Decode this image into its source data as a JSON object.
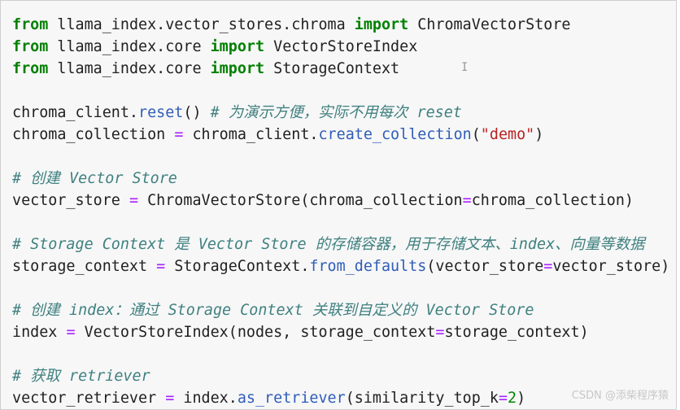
{
  "code": {
    "l1": {
      "kw1": "from",
      "mod": " llama_index.vector_stores.chroma ",
      "kw2": "import",
      "name": " ChromaVectorStore"
    },
    "l2": {
      "kw1": "from",
      "mod": " llama_index.core ",
      "kw2": "import",
      "name": " VectorStoreIndex"
    },
    "l3": {
      "kw1": "from",
      "mod": " llama_index.core ",
      "kw2": "import",
      "name": " StorageContext"
    },
    "l5": {
      "obj": "chroma_client.",
      "method": "reset",
      "rest": "() ",
      "comment": "# 为演示方便，实际不用每次 reset"
    },
    "l6": {
      "var": "chroma_collection ",
      "op": "=",
      "obj": " chroma_client.",
      "method": "create_collection",
      "open": "(",
      "str": "\"demo\"",
      "close": ")"
    },
    "l8": {
      "comment": "# 创建 Vector Store"
    },
    "l9": {
      "var": "vector_store ",
      "op1": "=",
      "call": " ChromaVectorStore(chroma_collection",
      "op2": "=",
      "rest": "chroma_collection)"
    },
    "l11": {
      "comment": "# Storage Context 是 Vector Store 的存储容器，用于存储文本、index、向量等数据"
    },
    "l12": {
      "var": "storage_context ",
      "op1": "=",
      "obj": " StorageContext.",
      "method": "from_defaults",
      "args1": "(vector_store",
      "op2": "=",
      "args2": "vector_store)"
    },
    "l14": {
      "comment": "# 创建 index：通过 Storage Context 关联到自定义的 Vector Store"
    },
    "l15": {
      "var": "index ",
      "op1": "=",
      "call": " VectorStoreIndex(nodes, storage_context",
      "op2": "=",
      "rest": "storage_context)"
    },
    "l17": {
      "comment": "# 获取 retriever"
    },
    "l18": {
      "var": "vector_retriever ",
      "op1": "=",
      "obj": " index.",
      "method": "as_retriever",
      "args": "(similarity_top_k",
      "op2": "=",
      "num": "2",
      "close": ")"
    }
  },
  "cursor_glyph": "I",
  "watermark": "CSDN @添柴程序猿",
  "colors": {
    "keyword": "#008000",
    "method": "#2f5db8",
    "operator": "#aa22ff",
    "string": "#ba2121",
    "number": "#008800",
    "comment": "#408080",
    "background": "#f7f7f7"
  }
}
